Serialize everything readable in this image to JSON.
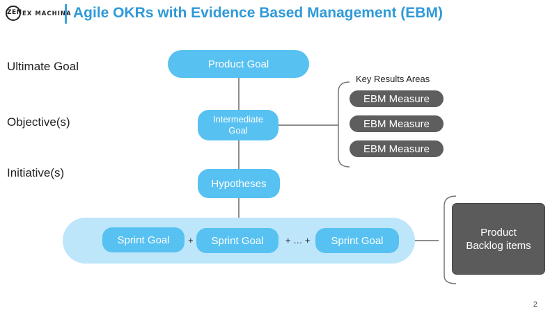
{
  "header": {
    "logo_mark": "ZEN",
    "logo_text": "EX MACHINA",
    "title": "Agile OKRs with Evidence Based Management (EBM)"
  },
  "levels": {
    "ultimate": "Ultimate Goal",
    "objective": "Objective(s)",
    "initiative": "Initiative(s)"
  },
  "nodes": {
    "product_goal": "Product Goal",
    "intermediate_goal_line1": "Intermediate",
    "intermediate_goal_line2": "Goal",
    "hypotheses": "Hypotheses"
  },
  "key_results": {
    "heading": "Key Results Areas",
    "measures": [
      "EBM Measure",
      "EBM Measure",
      "EBM Measure"
    ]
  },
  "sprints": {
    "goals": [
      "Sprint Goal",
      "Sprint Goal",
      "Sprint Goal"
    ],
    "plus1": "+",
    "plus2": "+ … +"
  },
  "backlog": {
    "line1": "Product",
    "line2": "Backlog items"
  },
  "page_number": "2",
  "colors": {
    "accent_title": "#2f9ad8",
    "pill": "#57c1f1",
    "band": "#bde6fb",
    "dark_box": "#5e5e5e"
  }
}
